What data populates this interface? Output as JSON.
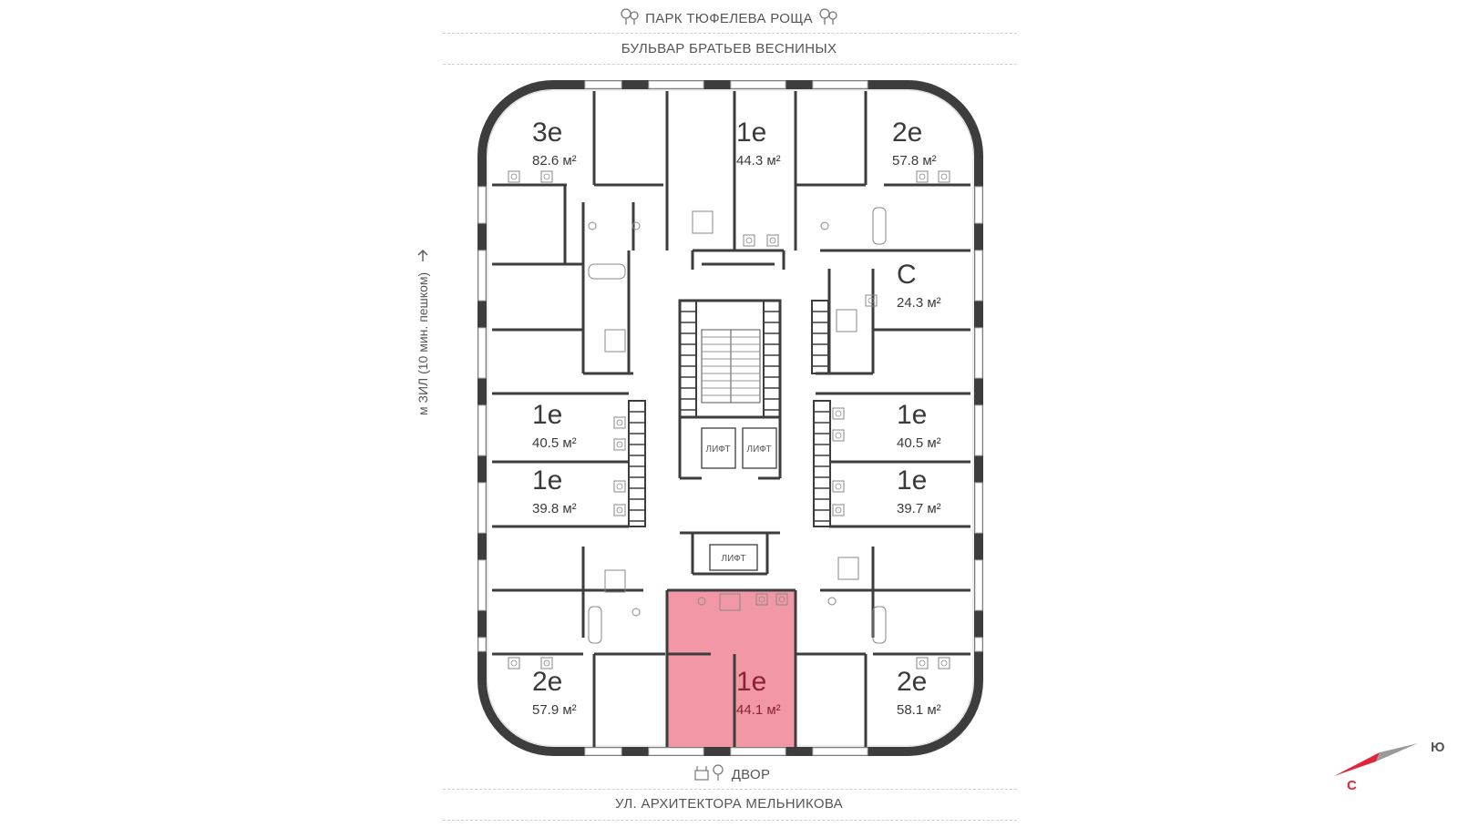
{
  "top": {
    "park": "ПАРК ТЮФЕЛЕВА РОЩА",
    "street": "БУЛЬВАР БРАТЬЕВ ВЕСНИНЫХ"
  },
  "bottom": {
    "yard": "ДВОР",
    "street": "УЛ. АРХИТЕКТОРА МЕЛЬНИКОВА"
  },
  "metro_label": "м ЗИЛ (10 мин. пешком)",
  "compass": {
    "north": "С",
    "south": "Ю"
  },
  "colors": {
    "wall": "#3d3d3d",
    "highlight": "#f197a6",
    "highlight_text": "#8c2034",
    "compass_red": "#e0263d",
    "compass_gray": "#9a9a9a"
  },
  "lift_label": "ЛИФТ",
  "apartments": [
    {
      "id": "nw",
      "type": "3е",
      "area": "82.6 м²"
    },
    {
      "id": "n",
      "type": "1е",
      "area": "44.3 м²"
    },
    {
      "id": "ne",
      "type": "2е",
      "area": "57.8 м²"
    },
    {
      "id": "e1",
      "type": "С",
      "area": "24.3 м²"
    },
    {
      "id": "w2",
      "type": "1е",
      "area": "40.5 м²"
    },
    {
      "id": "e2",
      "type": "1е",
      "area": "40.5 м²"
    },
    {
      "id": "w3",
      "type": "1е",
      "area": "39.8 м²"
    },
    {
      "id": "e3",
      "type": "1е",
      "area": "39.7 м²"
    },
    {
      "id": "sw",
      "type": "2е",
      "area": "57.9 м²"
    },
    {
      "id": "s",
      "type": "1е",
      "area": "44.1 м²",
      "selected": true
    },
    {
      "id": "se",
      "type": "2е",
      "area": "58.1 м²"
    }
  ]
}
